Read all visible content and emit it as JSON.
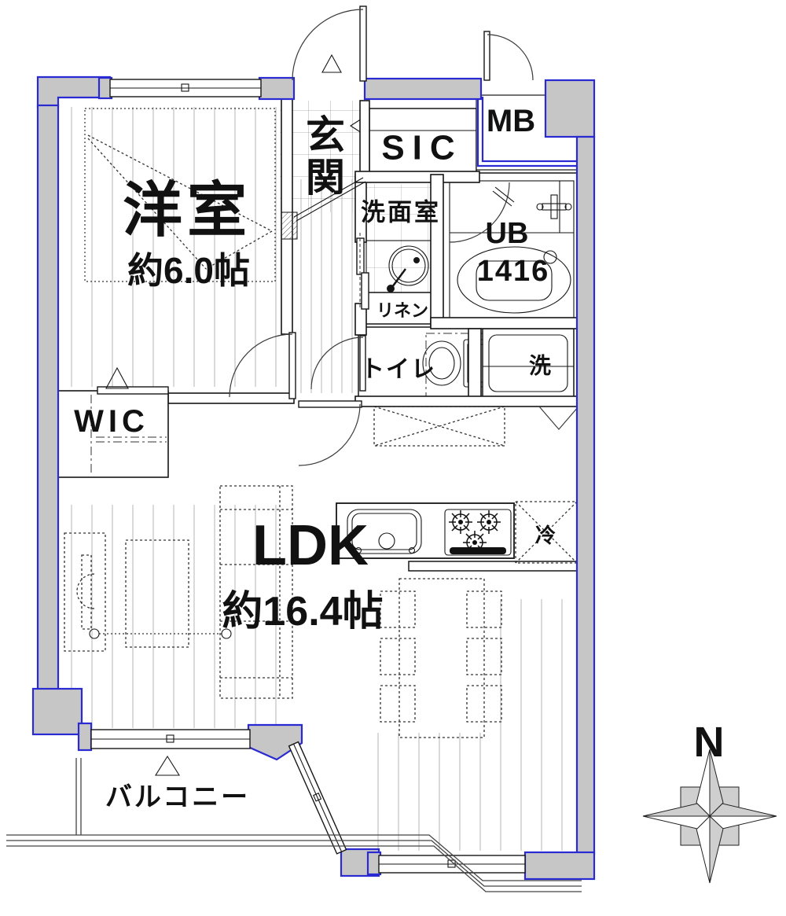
{
  "plan": {
    "rooms": {
      "bedroom": {
        "label": "洋室",
        "area": "約6.0帖"
      },
      "entrance": {
        "label": "玄関",
        "chars": [
          "玄",
          "関"
        ]
      },
      "shoe_in_closet": {
        "label": "SIC"
      },
      "meter_box": {
        "label": "MB"
      },
      "washroom": {
        "label": "洗面室"
      },
      "unit_bath": {
        "label": "UB",
        "size": "1416"
      },
      "linen": {
        "label": "リネン"
      },
      "toilet": {
        "label": "トイレ"
      },
      "laundry": {
        "label": "洗"
      },
      "walk_in_closet": {
        "label": "WIC"
      },
      "ldk": {
        "label": "LDK",
        "area": "約16.4帖"
      },
      "refrigerator": {
        "label": "冷"
      },
      "balcony": {
        "label": "バルコニー"
      }
    },
    "compass": {
      "north": "N"
    },
    "colors": {
      "outer_wall_fill": "#c6c6c6",
      "unit_boundary": "#2a2ad2",
      "linework": "#161616"
    }
  }
}
